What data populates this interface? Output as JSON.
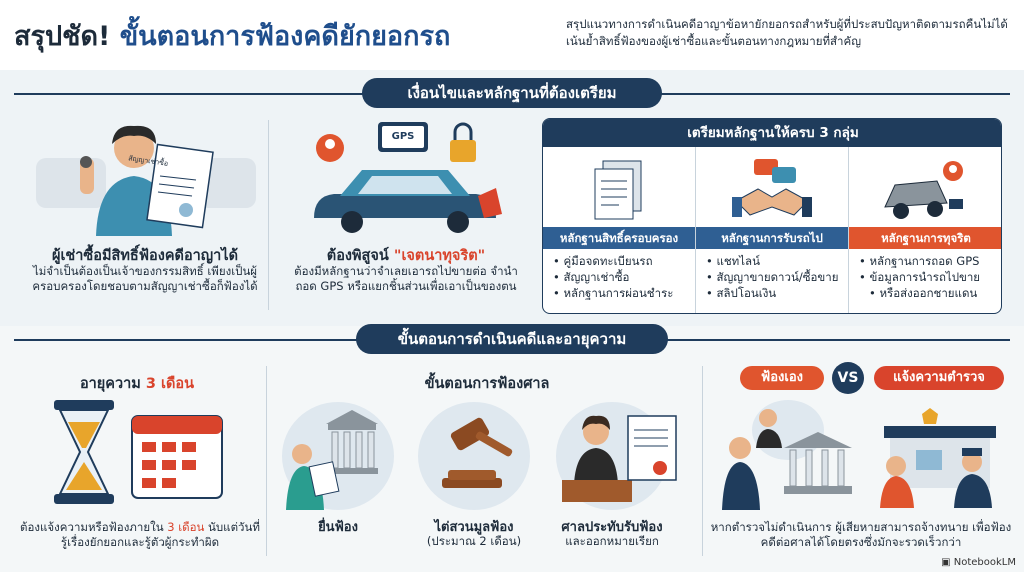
{
  "header": {
    "title_prefix": "สรุปชัด!",
    "title_main": "ขั้นตอนการฟ้องคดียักยอกรถ",
    "subtitle": "สรุปแนวทางการดำเนินคดีอาญาข้อหายักยอกรถสำหรับผู้ที่ประสบปัญหาติดตามรถคืนไม่ได้ เน้นย้ำสิทธิ์ฟ้องของผู้เช่าซื้อและขั้นตอนทางกฎหมายที่สำคัญ"
  },
  "section1": {
    "heading": "เงื่อนไขและหลักฐานที่ต้องเตรียม",
    "left": {
      "document_label": "สัญญาเช่าซื้อ",
      "title": "ผู้เช่าซื้อมีสิทธิ์ฟ้องคดีอาญาได้",
      "body": "ไม่จำเป็นต้องเป็นเจ้าของกรรมสิทธิ์ เพียงเป็นผู้ครอบครองโดยชอบตามสัญญาเช่าซื้อก็ฟ้องได้"
    },
    "middle": {
      "gps_label": "GPS",
      "title_prefix": "ต้องพิสูจน์",
      "title_highlight": "\"เจตนาทุจริต\"",
      "body": "ต้องมีหลักฐานว่าจำเลยเอารถไปขายต่อ จำนำ ถอด GPS หรือแยกชิ้นส่วนเพื่อเอาเป็นของตน"
    },
    "evidence": {
      "title": "เตรียมหลักฐานให้ครบ 3 กลุ่ม",
      "groups": [
        {
          "title": "หลักฐานสิทธิ์ครอบครอง",
          "items": [
            "คู่มือจดทะเบียนรถ",
            "สัญญาเช่าซื้อ",
            "หลักฐานการผ่อนชำระ"
          ]
        },
        {
          "title": "หลักฐานการรับรถไป",
          "items": [
            "แชทไลน์",
            "สัญญาขายดาวน์/ซื้อขาย",
            "สลิปโอนเงิน"
          ]
        },
        {
          "title": "หลักฐานการทุจริต",
          "items": [
            "หลักฐานการถอด GPS",
            "ข้อมูลการนำรถไปขาย",
            "หรือส่งออกชายแดน"
          ]
        }
      ]
    }
  },
  "section2": {
    "heading": "ขั้นตอนการดำเนินคดีและอายุความ",
    "limitation": {
      "title_prefix": "อายุความ",
      "title_highlight": "3 เดือน",
      "body_a": "ต้องแจ้งความหรือฟ้องภายใน",
      "body_highlight": "3 เดือน",
      "body_b": "นับแต่วันที่รู้เรื่องยักยอกและรู้ตัวผู้กระทำผิด"
    },
    "court": {
      "title": "ขั้นตอนการฟ้องศาล",
      "steps": [
        {
          "label": "ยื่นฟ้อง",
          "sub": ""
        },
        {
          "label": "ไต่สวนมูลฟ้อง",
          "sub": "(ประมาณ 2 เดือน)"
        },
        {
          "label": "ศาลประทับรับฟ้อง",
          "sub": "และออกหมายเรียก"
        }
      ]
    },
    "compare": {
      "left_label": "ฟ้องเอง",
      "vs": "VS",
      "right_label": "แจ้งความตำรวจ",
      "body": "หากตำรวจไม่ดำเนินการ ผู้เสียหายสามารถจ้างทนาย เพื่อฟ้องคดีต่อศาลได้โดยตรงซึ่งมักจะรวดเร็วกว่า"
    }
  },
  "footer": {
    "logo": "NotebookLM"
  },
  "colors": {
    "navy": "#1f3c5c",
    "blue": "#2f5f93",
    "orange": "#e0552e",
    "red": "#d9442c"
  }
}
